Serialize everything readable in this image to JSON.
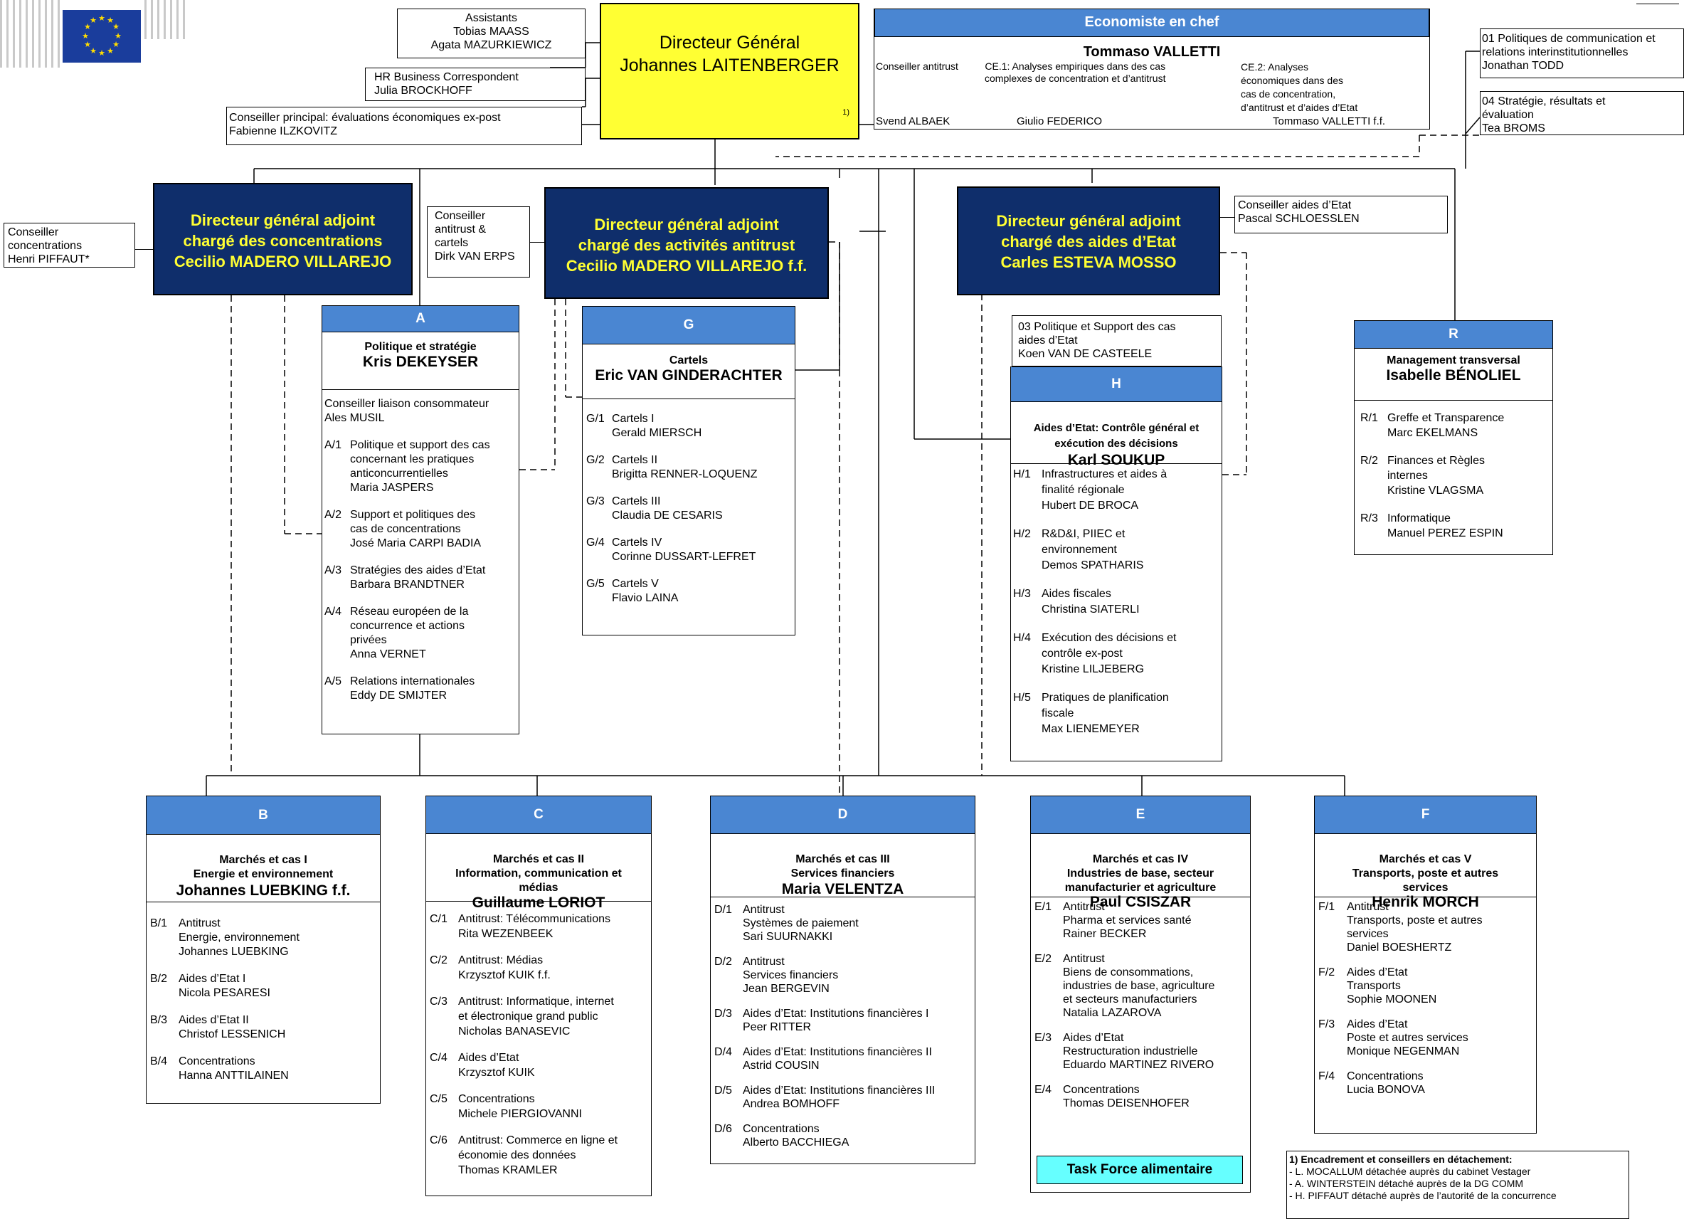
{
  "colors": {
    "dg_fill": "#ffff33",
    "deputy_fill": "#0f2e6b",
    "deputy_text": "#ffff33",
    "unit_header": "#4a86d2",
    "task_force": "#66ffff"
  },
  "logo": {
    "icon": "eu-flag-icon"
  },
  "assistants": {
    "title": "Assistants",
    "names": "Tobias MAASS\nAgata MAZURKIEWICZ"
  },
  "hr": {
    "text": "HR Business Correspondent\nJulia BROCKHOFF"
  },
  "principal_adviser": {
    "text": "Conseiller principal: évaluations économiques ex-post\nFabienne ILZKOVITZ"
  },
  "director_general": {
    "title": "Directeur Général",
    "name": "Johannes LAITENBERGER",
    "note": "1)"
  },
  "chief_economist": {
    "header": "Economiste en chef",
    "name": "Tommaso VALLETTI",
    "col1_title": "Conseiller antitrust",
    "col1_name": "Svend ALBAEK",
    "col2_title": "CE.1: Analyses empiriques dans des cas\ncomplexes de concentration et d’antitrust",
    "col2_name": "Giulio FEDERICO",
    "col3_title": "CE.2: Analyses\néconomiques dans des\ncas de concentration,\nd’antitrust et d’aides d’Etat",
    "col3_name": "Tommaso VALLETTI f.f."
  },
  "unit01": {
    "text": "01 Politiques de communication et\nrelations interinstitutionnelles\nJonathan TODD"
  },
  "unit04": {
    "text": "04  Stratégie, résultats et\n      évaluation\nTea BROMS"
  },
  "adviser_concentrations": {
    "text": "Conseiller\nconcentrations\nHenri PIFFAUT*"
  },
  "adviser_antitrust": {
    "text": "Conseiller\nantitrust &\ncartels\nDirk VAN ERPS"
  },
  "adviser_state_aid": {
    "text": "Conseiller aides d’Etat\nPascal SCHLOESSLEN"
  },
  "deputies": [
    {
      "line1": "Directeur général adjoint",
      "line2": "chargé des concentrations",
      "line3": "Cecilio MADERO VILLAREJO"
    },
    {
      "line1": "Directeur général adjoint",
      "line2": "chargé des activités antitrust",
      "line3": "Cecilio MADERO VILLAREJO f.f."
    },
    {
      "line1": "Directeur général adjoint",
      "line2": "chargé des aides d’Etat",
      "line3": "Carles ESTEVA MOSSO"
    }
  ],
  "unit03": {
    "text": "03  Politique et Support des cas\n      aides d’Etat\n      Koen VAN DE CASTEELE"
  },
  "units": {
    "A": {
      "letter": "A",
      "title": "Politique et stratégie",
      "head": "Kris DEKEYSER",
      "items": [
        {
          "code": "",
          "text": "Conseiller liaison consommateur\n      Ales MUSIL"
        },
        {
          "code": "A/1",
          "text": "Politique et support des cas\nconcernant les pratiques\nanticoncurrentielles\nMaria JASPERS"
        },
        {
          "code": "A/2",
          "text": "Support et politiques des\ncas de concentrations\nJosé Maria CARPI BADIA"
        },
        {
          "code": "A/3",
          "text": "Stratégies des aides d’Etat\nBarbara BRANDTNER"
        },
        {
          "code": "A/4",
          "text": "Réseau européen de la\nconcurrence et actions\nprivées\nAnna VERNET"
        },
        {
          "code": "A/5",
          "text": "Relations internationales\nEddy DE SMIJTER"
        }
      ]
    },
    "G": {
      "letter": "G",
      "title": "Cartels",
      "head": "Eric VAN GINDERACHTER",
      "items": [
        {
          "code": "G/1",
          "text": "Cartels I\nGerald MIERSCH"
        },
        {
          "code": "G/2",
          "text": "Cartels II\nBrigitta RENNER-LOQUENZ"
        },
        {
          "code": "G/3",
          "text": "Cartels III\nClaudia DE CESARIS"
        },
        {
          "code": "G/4",
          "text": "Cartels IV\nCorinne DUSSART-LEFRET"
        },
        {
          "code": "G/5",
          "text": "Cartels V\nFlavio LAINA"
        }
      ]
    },
    "H": {
      "letter": "H",
      "title": "Aides d’Etat: Contrôle général et\nexécution des décisions",
      "head": "Karl SOUKUP",
      "items": [
        {
          "code": "H/1",
          "text": "Infrastructures et aides à\nfinalité régionale\nHubert DE BROCA"
        },
        {
          "code": "H/2",
          "text": "R&D&I, PIIEC et\nenvironnement\nDemos SPATHARIS"
        },
        {
          "code": "H/3",
          "text": "Aides fiscales\nChristina SIATERLI"
        },
        {
          "code": "H/4",
          "text": "Exécution des décisions et\ncontrôle ex-post\nKristine LILJEBERG"
        },
        {
          "code": "H/5",
          "text": "Pratiques de planification\nfiscale\nMax LIENEMEYER"
        }
      ]
    },
    "R": {
      "letter": "R",
      "title": "Management transversal",
      "head": "Isabelle BÉNOLIEL",
      "items": [
        {
          "code": "R/1",
          "text": "Greffe et Transparence\n  Marc EKELMANS"
        },
        {
          "code": "R/2",
          "text": "Finances et Règles\ninternes\n  Kristine VLAGSMA"
        },
        {
          "code": "R/3",
          "text": "Informatique\n  Manuel PEREZ ESPIN"
        }
      ]
    },
    "B": {
      "letter": "B",
      "title": "Marchés et cas I\nEnergie et environnement",
      "head": "Johannes LUEBKING f.f.",
      "items": [
        {
          "code": "B/1",
          "text": "Antitrust\nEnergie, environnement\nJohannes LUEBKING"
        },
        {
          "code": "B/2",
          "text": "Aides d’Etat I\nNicola PESARESI"
        },
        {
          "code": "B/3",
          "text": "Aides d’Etat II\nChristof LESSENICH"
        },
        {
          "code": "B/4",
          "text": "Concentrations\nHanna ANTTILAINEN"
        }
      ]
    },
    "C": {
      "letter": "C",
      "title": "Marchés et cas II\nInformation, communication et\nmédias",
      "head": "Guillaume LORIOT",
      "items": [
        {
          "code": "C/1",
          "text": "Antitrust: Télécommunications\nRita WEZENBEEK"
        },
        {
          "code": "C/2",
          "text": "Antitrust: Médias\nKrzysztof KUIK f.f."
        },
        {
          "code": "C/3",
          "text": "Antitrust: Informatique, internet\net électronique grand public\nNicholas BANASEVIC"
        },
        {
          "code": "C/4",
          "text": "Aides d’Etat\nKrzysztof KUIK"
        },
        {
          "code": "C/5",
          "text": "Concentrations\nMichele PIERGIOVANNI"
        },
        {
          "code": "C/6",
          "text": "Antitrust: Commerce en ligne et\néconomie des données\nThomas KRAMLER"
        }
      ]
    },
    "D": {
      "letter": "D",
      "title": "Marchés et cas III\nServices financiers",
      "head": "Maria VELENTZA",
      "items": [
        {
          "code": "D/1",
          "text": "Antitrust\nSystèmes de paiement\nSari SUURNAKKI"
        },
        {
          "code": "D/2",
          "text": "Antitrust\nServices financiers\nJean BERGEVIN"
        },
        {
          "code": "D/3",
          "text": "Aides d’Etat: Institutions financières I\nPeer RITTER"
        },
        {
          "code": "D/4",
          "text": "Aides d’Etat: Institutions financières II\nAstrid COUSIN"
        },
        {
          "code": "D/5",
          "text": "Aides d’Etat: Institutions financières III\nAndrea BOMHOFF"
        },
        {
          "code": "D/6",
          "text": "Concentrations\nAlberto BACCHIEGA"
        }
      ]
    },
    "E": {
      "letter": "E",
      "title": "Marchés et cas IV\nIndustries de base, secteur\nmanufacturier et agriculture",
      "head": "Paul CSISZAR",
      "items": [
        {
          "code": "E/1",
          "text": "Antitrust\nPharma et services santé\nRainer BECKER"
        },
        {
          "code": "E/2",
          "text": "Antitrust\nBiens de consommations,\nindustries de base, agriculture\net secteurs manufacturiers\nNatalia LAZAROVA"
        },
        {
          "code": "E/3",
          "text": "Aides d’Etat\nRestructuration industrielle\nEduardo MARTINEZ RIVERO"
        },
        {
          "code": "E/4",
          "text": "Concentrations\nThomas DEISENHOFER"
        }
      ],
      "task_force": "Task Force alimentaire"
    },
    "F": {
      "letter": "F",
      "title": "Marchés et cas V\nTransports, poste et autres\nservices",
      "head": "Henrik MORCH",
      "items": [
        {
          "code": "F/1",
          "text": "Antitrust\nTransports, poste et autres\nservices\nDaniel BOESHERTZ"
        },
        {
          "code": "F/2",
          "text": "Aides d’Etat\nTransports\nSophie MOONEN"
        },
        {
          "code": "F/3",
          "text": "Aides d’Etat\nPoste et autres services\nMonique NEGENMAN"
        },
        {
          "code": "F/4",
          "text": "Concentrations\nLucia BONOVA"
        }
      ]
    }
  },
  "footnote": {
    "title": "1) Encadrement et conseillers en détachement:",
    "lines": [
      "- L. MOCALLUM détachée auprès du cabinet Vestager",
      "- A. WINTERSTEIN détaché auprès de la DG COMM",
      "- H. PIFFAUT détaché auprès de l’autorité de la concurrence"
    ]
  }
}
